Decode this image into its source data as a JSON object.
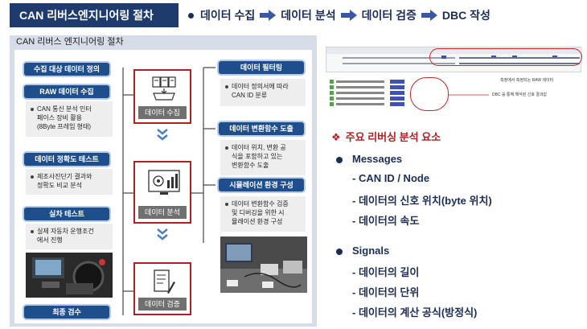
{
  "header": {
    "title": "CAN 리버스엔지니어링 절차",
    "flow": [
      "데이터 수집",
      "데이터 분석",
      "데이터 검증",
      "DBC 작성"
    ]
  },
  "panel": {
    "caption": "CAN 리버스 엔지니어링 절차",
    "left": {
      "p1": "수집 대상 데이터 정의",
      "p2": "RAW 데이터 수집",
      "n2": [
        "CAN 통신 분석 인터",
        "페이스 장비 활용",
        "(8Byte 프레임 형태)"
      ],
      "p3": "데이터 정확도 테스트",
      "n3": [
        "제조사진단기 결과와",
        "정확도 비교 분석"
      ],
      "p4": "실차 테스트",
      "n4": [
        "실제 자동차 운행조건",
        "에서 진행"
      ],
      "p5": "최종 검수"
    },
    "stages": [
      "데이터 수집",
      "데이터 분석",
      "데이터 검증"
    ],
    "right": {
      "p1": "데이터 필터링",
      "n1": [
        "데이터 정의서에 따라",
        "CAN ID 분류"
      ],
      "p2": "데이터 변환함수 도출",
      "n2": [
        "데이터 위치, 변환 공",
        "식을 포함하고 있는",
        "변환함수 도출"
      ],
      "p3": "시뮬레이션 환경 구성",
      "n3": [
        "데이터 변환함수 검증",
        "및 디버깅을 위한 시",
        "뮬레이션 환경 구성"
      ]
    }
  },
  "annotations": {
    "a1": "측정에서 측정되는 RAW 데이터",
    "a2": "DBC 를 통해 해석된 신호 결과값"
  },
  "colors": {
    "navy": "#1f3b6e",
    "accent_red": "#b01e22",
    "pill_blue": "#1f4e8c"
  },
  "points": {
    "title": "주요 리버싱 분석 요소",
    "messages": "Messages",
    "msg_items": [
      "- CAN ID / Node",
      "- 데이터의 신호 위치(byte 위치)",
      "- 데이터의 속도"
    ],
    "signals": "Signals",
    "sig_items": [
      "- 데이터의 길이",
      "- 데이터의 단위",
      "- 데이터의 계산 공식(방정식)"
    ]
  }
}
